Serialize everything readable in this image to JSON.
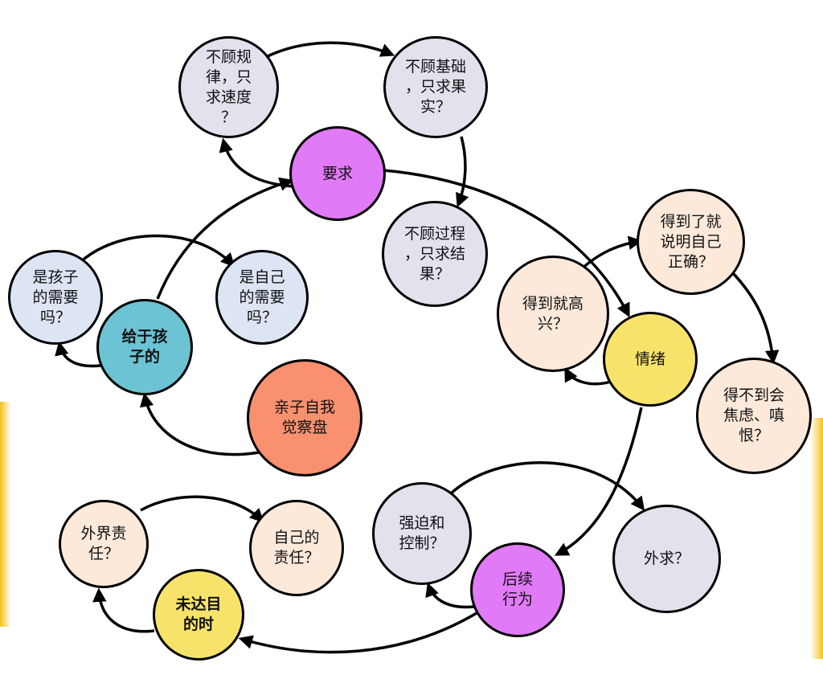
{
  "colors": {
    "magenta": "#e17af7",
    "teal": "#6cc3d3",
    "coral": "#f9906f",
    "yellow": "#f8e36a",
    "lavender": "#e2e1ec",
    "peach": "#fde9da",
    "light_blue": "#dde4f3",
    "background_accent": "#f5c11e"
  },
  "nodes": {
    "n1": "不顾规\n律，只\n求速度\n？",
    "n2": "不顾基础\n，只求果\n实？",
    "yaoqiu": "要求",
    "n3": "不顾过程\n，只求结\n果？",
    "shi_haizi": "是孩子\n的需要\n吗？",
    "shi_ziji": "是自己\n的需要\n吗？",
    "geiyu": "给于孩\n子的",
    "qinzi": "亲子自我\n觉察盘",
    "dedao_gaoxing": "得到就高\n兴？",
    "qingxu": "情绪",
    "dedao_zhengque": "得到了就\n说明自己\n正确？",
    "budedao": "得不到会\n焦虑、嗔\n恨？",
    "waijie": "外界责\n任？",
    "ziji_zeren": "自己的\n责任？",
    "weida": "未达目\n的时",
    "qiangpo": "强迫和\n控制？",
    "houxu": "后续\n行为",
    "waiqiu": "外求？"
  }
}
